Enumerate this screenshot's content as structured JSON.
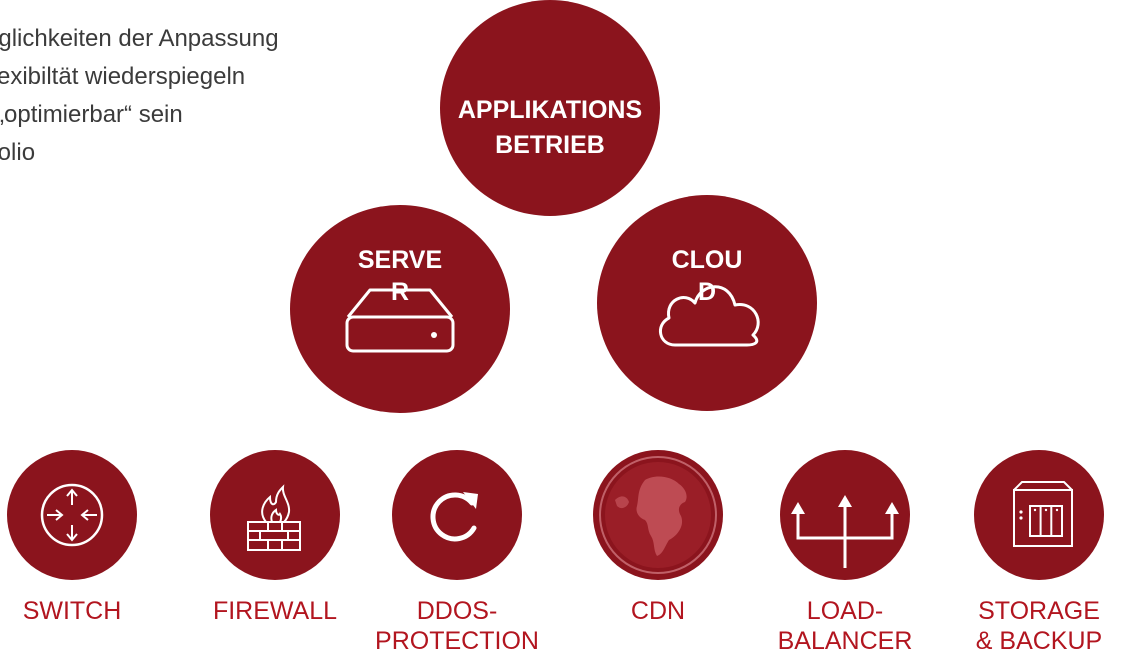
{
  "intro_bullets": [
    "Möglichkeiten der Anpassung",
    "Flexibiltät wiederspiegeln",
    "„optimierbar“ sein",
    "Portfolio"
  ],
  "top_services": [
    {
      "line1": "APPLIKATIONS",
      "line2": "BETRIEB"
    },
    {
      "line1": "SERVE",
      "line2": "R"
    },
    {
      "line1": "CLOU",
      "line2": "D"
    }
  ],
  "network_services": [
    {
      "line1": "SWITCH",
      "line2": "",
      "icon": "router-arrows-icon"
    },
    {
      "line1": "FIREWALL",
      "line2": "",
      "icon": "firewall-icon"
    },
    {
      "line1": "DDOS-",
      "line2": "PROTECTION",
      "icon": "refresh-icon"
    },
    {
      "line1": "CDN",
      "line2": "",
      "icon": "globe-icon"
    },
    {
      "line1": "LOAD-",
      "line2": "BALANCER",
      "icon": "load-balancer-arrows-icon"
    },
    {
      "line1": "STORAGE",
      "line2": "& BACKUP",
      "icon": "storage-nas-icon"
    }
  ],
  "colors": {
    "circle_fill": "#8b141d",
    "label_text": "#b2151f",
    "bullet_text": "#3b3b3b",
    "icon_stroke": "#ffffff"
  }
}
